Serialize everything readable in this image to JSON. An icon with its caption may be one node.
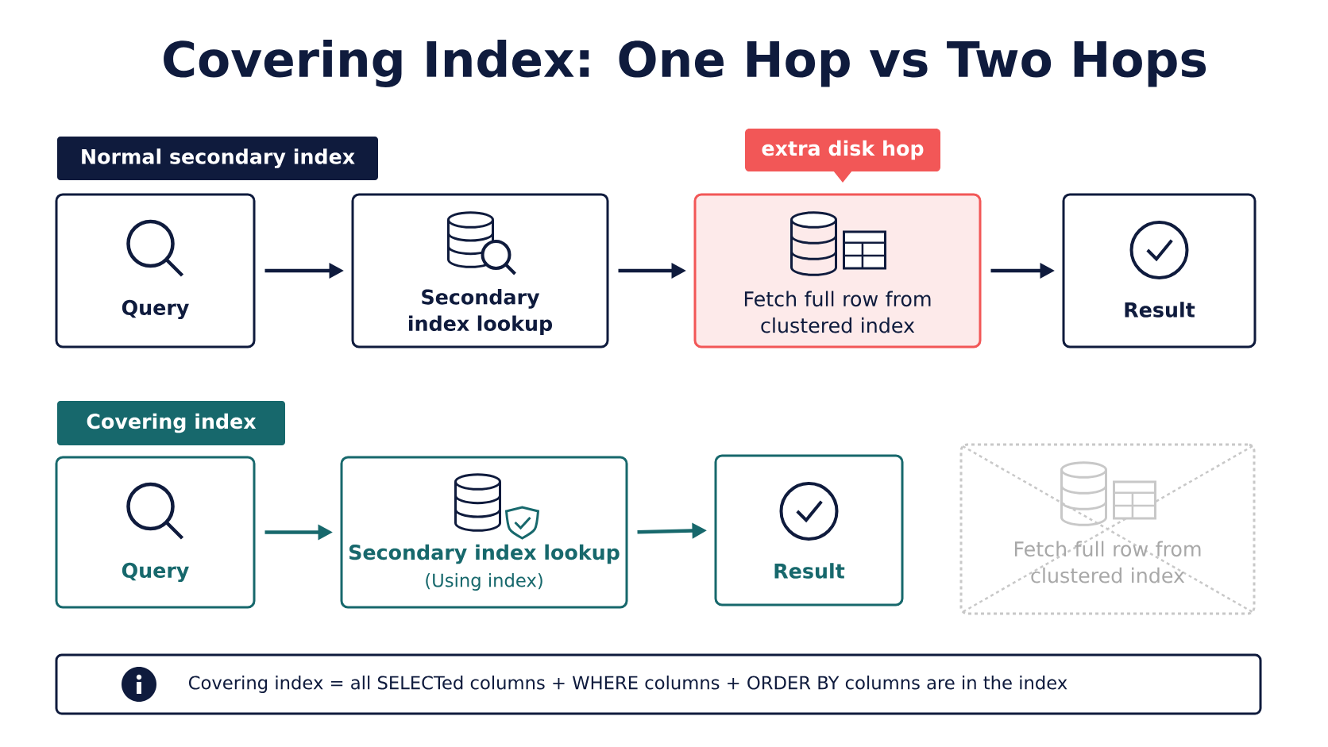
{
  "diagram": {
    "title": "Covering Index: One Hop vs Two Hops",
    "nodes": [
      {
        "text": [
          "Normal secondary index"
        ]
      },
      {
        "text": [
          "Query"
        ]
      },
      {
        "text": [
          "Secondary index lookup"
        ]
      },
      {
        "text": [
          "Fetch full row from clustered index"
        ]
      },
      {
        "text": [
          "extra disk hop"
        ]
      },
      {
        "text": [
          "Result"
        ]
      },
      {
        "text": [
          "Covering index"
        ]
      },
      {
        "text": [
          "Query"
        ]
      },
      {
        "text": [
          "Secondary index lookup",
          "(Using index)"
        ]
      },
      {
        "text": [
          "Result"
        ]
      },
      {
        "text": [
          "Fetch full row from clustered index"
        ]
      },
      {
        "text": [
          "Covering index = all SELECTed columns + WHERE columns + ORDER BY columns are in the index"
        ]
      }
    ],
    "edges": [
      {
        "from": 1,
        "to": 2,
        "arrow": "to"
      },
      {
        "from": 2,
        "to": 3,
        "arrow": "to"
      },
      {
        "from": 3,
        "to": 5,
        "arrow": "to"
      },
      {
        "from": 7,
        "to": 8,
        "arrow": "to",
        "color": "#17686c"
      },
      {
        "from": 8,
        "to": 9,
        "arrow": "to",
        "color": "#17686c"
      }
    ]
  }
}
